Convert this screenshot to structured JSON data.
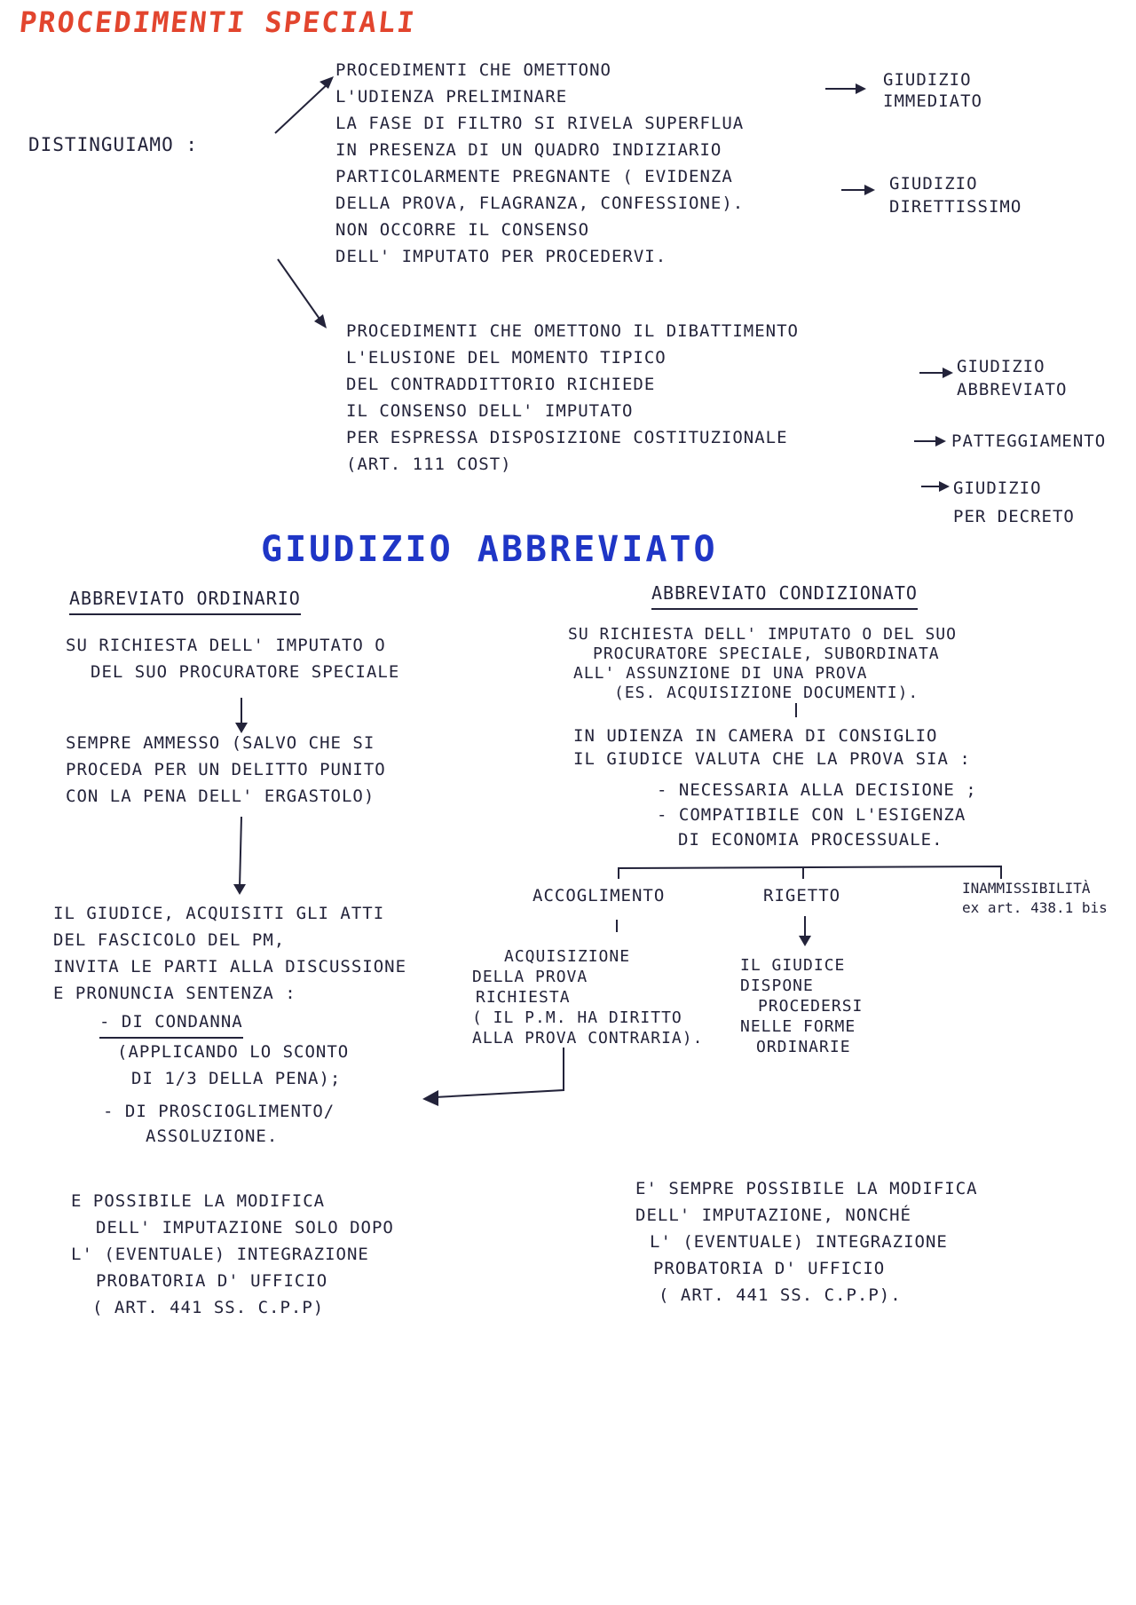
{
  "page_title": "PROCEDIMENTI SPECIALI",
  "distinguiamo": "DISTINGUIAMO :",
  "group1": {
    "lines": [
      "PROCEDIMENTI CHE OMETTONO",
      "L'UDIENZA PRELIMINARE",
      "LA FASE DI FILTRO SI RIVELA SUPERFLUA",
      "IN PRESENZA DI UN QUADRO INDIZIARIO",
      "PARTICOLARMENTE PREGNANTE ( EVIDENZA",
      "DELLA PROVA, FLAGRANZA, CONFESSIONE).",
      "NON OCCORRE IL CONSENSO",
      "DELL' IMPUTATO PER PROCEDERVI."
    ],
    "results": [
      [
        "GIUDIZIO",
        "IMMEDIATO"
      ],
      [
        "GIUDIZIO",
        "DIRETTISSIMO"
      ]
    ]
  },
  "group2": {
    "lines": [
      "PROCEDIMENTI CHE OMETTONO IL DIBATTIMENTO",
      "L'ELUSIONE DEL MOMENTO TIPICO",
      "DEL CONTRADDITTORIO RICHIEDE",
      "IL CONSENSO DELL' IMPUTATO",
      "PER ESPRESSA DISPOSIZIONE COSTITUZIONALE",
      "(ART. 111 COST)"
    ],
    "results": [
      [
        "GIUDIZIO",
        "ABBREVIATO"
      ],
      [
        "PATTEGGIAMENTO"
      ],
      [
        "GIUDIZIO",
        "PER DECRETO"
      ]
    ]
  },
  "section_title": "GIUDIZIO ABBREVIATO",
  "ordinario": {
    "title": "ABBREVIATO ORDINARIO",
    "request": [
      "SU RICHIESTA DELL' IMPUTATO O",
      "DEL SUO PROCURATORE SPECIALE"
    ],
    "admission": [
      "SEMPRE AMMESSO (SALVO CHE SI",
      "PROCEDA PER UN DELITTO PUNITO",
      "CON LA PENA DELL' ERGASTOLO)"
    ],
    "judge": [
      "IL GIUDICE, ACQUISITI GLI ATTI",
      "DEL FASCICOLO DEL PM,",
      "INVITA LE PARTI ALLA DISCUSSIONE",
      "E PRONUNCIA SENTENZA :"
    ],
    "outcome_condanna": "- DI CONDANNA",
    "outcome_condanna_detail": [
      "(APPLICANDO LO SCONTO",
      "DI 1/3 DELLA PENA);"
    ],
    "outcome_proscioglimento": [
      "- DI PROSCIOGLIMENTO/",
      "ASSOLUZIONE."
    ],
    "note": [
      "E POSSIBILE LA MODIFICA",
      "DELL' IMPUTAZIONE SOLO DOPO",
      "L' (EVENTUALE) INTEGRAZIONE",
      "PROBATORIA D' UFFICIO",
      "( ART. 441 SS. C.P.P)"
    ]
  },
  "condizionato": {
    "title": "ABBREVIATO CONDIZIONATO",
    "request": [
      "SU RICHIESTA DELL' IMPUTATO O DEL SUO",
      "PROCURATORE SPECIALE, SUBORDINATA",
      "ALL' ASSUNZIONE DI UNA PROVA",
      "(ES. ACQUISIZIONE DOCUMENTI)."
    ],
    "evaluation": [
      "IN UDIENZA IN CAMERA DI CONSIGLIO",
      "IL GIUDICE VALUTA CHE LA PROVA SIA :"
    ],
    "criteria": [
      "- NECESSARIA ALLA DECISIONE ;",
      "- COMPATIBILE CON L'ESIGENZA",
      "DI ECONOMIA   PROCESSUALE."
    ],
    "branches": {
      "accoglimento": "ACCOGLIMENTO",
      "rigetto": "RIGETTO",
      "inammissibilita": [
        "INAMMISSIBILITÀ",
        "ex art. 438.1 bis"
      ]
    },
    "accoglimento_detail": [
      "ACQUISIZIONE",
      "DELLA PROVA",
      "RICHIESTA",
      "( IL P.M. HA DIRITTO",
      "ALLA PROVA CONTRARIA)."
    ],
    "rigetto_detail": [
      "IL GIUDICE",
      "DISPONE",
      "PROCEDERSI",
      "NELLE FORME",
      "ORDINARIE"
    ],
    "note": [
      "E' SEMPRE POSSIBILE LA MODIFICA",
      "DELL' IMPUTAZIONE, NONCHÉ",
      "L' (EVENTUALE) INTEGRAZIONE",
      "PROBATORIA D' UFFICIO",
      "( ART. 441 SS. C.P.P)."
    ]
  }
}
